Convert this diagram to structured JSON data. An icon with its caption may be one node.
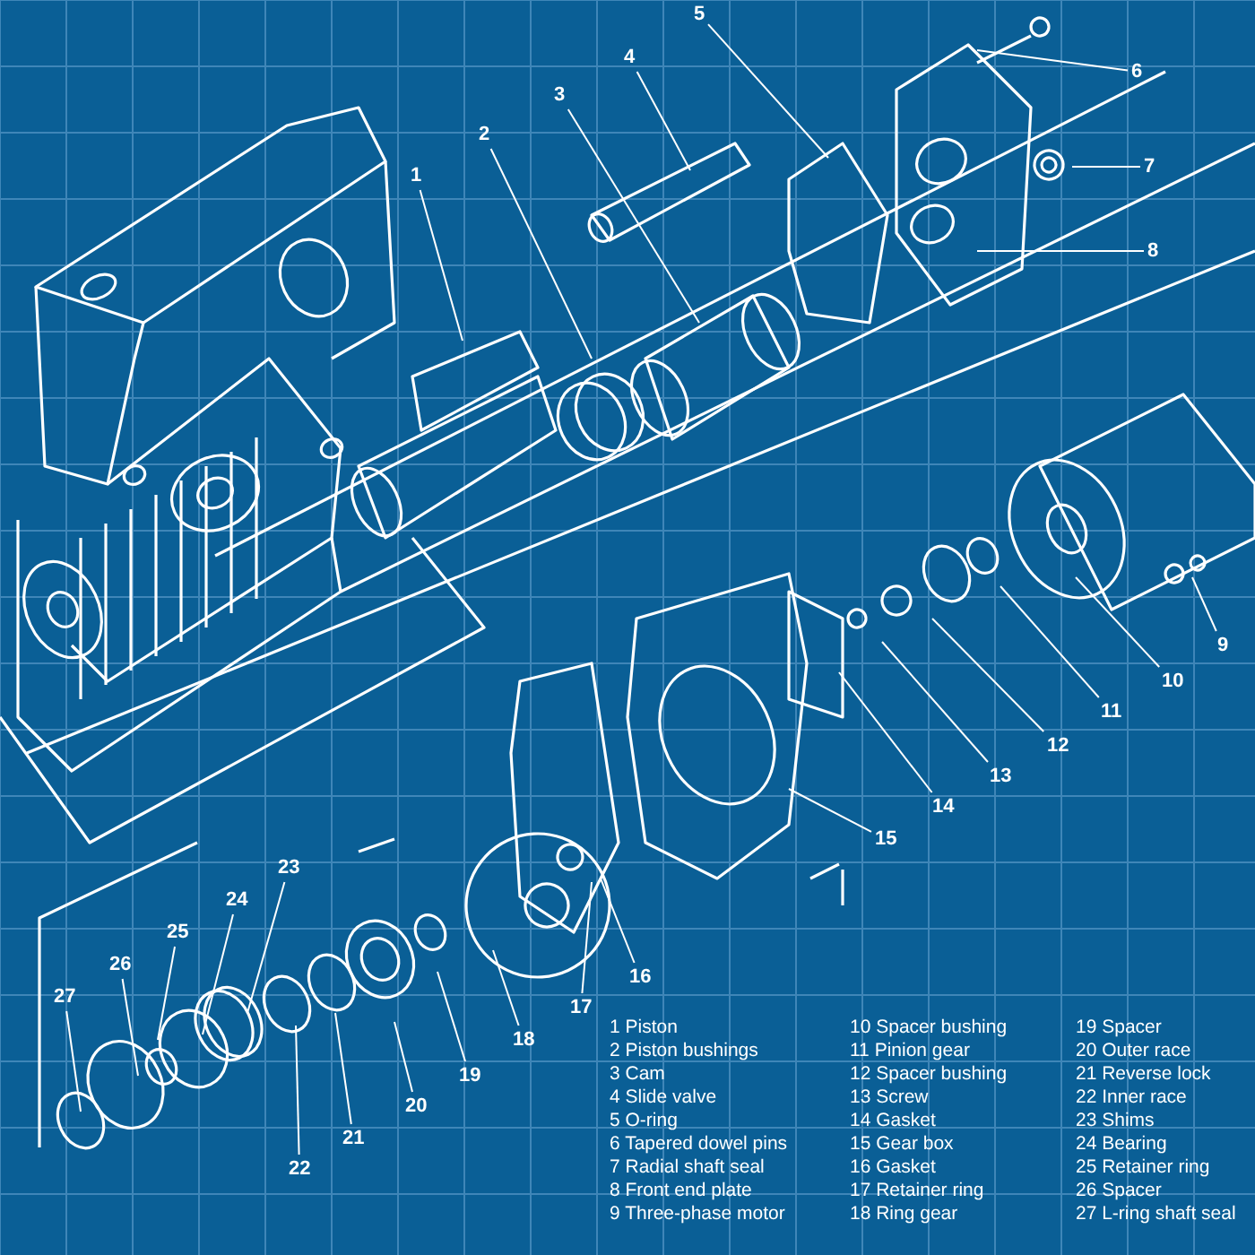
{
  "diagram": {
    "nodes": [
      {
        "text": [
          "1"
        ]
      },
      {
        "text": [
          "2"
        ]
      },
      {
        "text": [
          "3"
        ]
      },
      {
        "text": [
          "4"
        ]
      },
      {
        "text": [
          "5"
        ]
      },
      {
        "text": [
          "6"
        ]
      },
      {
        "text": [
          "7"
        ]
      },
      {
        "text": [
          "8"
        ]
      },
      {
        "text": [
          "9"
        ]
      },
      {
        "text": [
          "10"
        ]
      },
      {
        "text": [
          "11"
        ]
      },
      {
        "text": [
          "12"
        ]
      },
      {
        "text": [
          "13"
        ]
      },
      {
        "text": [
          "14"
        ]
      },
      {
        "text": [
          "15"
        ]
      },
      {
        "text": [
          "16"
        ]
      },
      {
        "text": [
          "17"
        ]
      },
      {
        "text": [
          "18"
        ]
      },
      {
        "text": [
          "19"
        ]
      },
      {
        "text": [
          "20"
        ]
      },
      {
        "text": [
          "21"
        ]
      },
      {
        "text": [
          "22"
        ]
      },
      {
        "text": [
          "23"
        ]
      },
      {
        "text": [
          "24"
        ]
      },
      {
        "text": [
          "25"
        ]
      },
      {
        "text": [
          "26"
        ]
      },
      {
        "text": [
          "27"
        ]
      }
    ],
    "edges": [
      {
        "from": 0,
        "to": null,
        "arrow": "none"
      },
      {
        "from": 1,
        "to": null,
        "arrow": "none"
      },
      {
        "from": 2,
        "to": null,
        "arrow": "none"
      },
      {
        "from": 3,
        "to": null,
        "arrow": "none"
      },
      {
        "from": 4,
        "to": null,
        "arrow": "none"
      },
      {
        "from": 5,
        "to": null,
        "arrow": "none"
      },
      {
        "from": 6,
        "to": null,
        "arrow": "none"
      },
      {
        "from": 7,
        "to": null,
        "arrow": "none"
      },
      {
        "from": 8,
        "to": null,
        "arrow": "none"
      },
      {
        "from": 9,
        "to": null,
        "arrow": "none"
      },
      {
        "from": 10,
        "to": null,
        "arrow": "none"
      },
      {
        "from": 11,
        "to": null,
        "arrow": "none"
      },
      {
        "from": 12,
        "to": null,
        "arrow": "none"
      },
      {
        "from": 13,
        "to": null,
        "arrow": "none"
      },
      {
        "from": 14,
        "to": null,
        "arrow": "none"
      },
      {
        "from": 15,
        "to": null,
        "arrow": "none"
      },
      {
        "from": 16,
        "to": null,
        "arrow": "none"
      },
      {
        "from": 17,
        "to": null,
        "arrow": "none"
      },
      {
        "from": 18,
        "to": null,
        "arrow": "none"
      },
      {
        "from": 19,
        "to": null,
        "arrow": "none"
      },
      {
        "from": 20,
        "to": null,
        "arrow": "none"
      },
      {
        "from": 21,
        "to": null,
        "arrow": "none"
      },
      {
        "from": 22,
        "to": null,
        "arrow": "none"
      },
      {
        "from": 23,
        "to": null,
        "arrow": "none"
      },
      {
        "from": 24,
        "to": null,
        "arrow": "none"
      },
      {
        "from": 25,
        "to": null,
        "arrow": "none"
      },
      {
        "from": 26,
        "to": null,
        "arrow": "none"
      }
    ],
    "labels": [
      "1 Piston",
      "2 Piston bushings",
      "3 Cam",
      "4 Slide valve",
      "5 O-ring",
      "6 Tapered dowel pins",
      "7 Radial shaft seal",
      "8 Front end plate",
      "9 Three-phase motor",
      "10 Spacer bushing",
      "11 Pinion gear",
      "12 Spacer bushing",
      "13 Screw",
      "14 Gasket",
      "15 Gear box",
      "16 Gasket",
      "17 Retainer ring",
      "18 Ring gear",
      "19 Spacer",
      "20 Outer race",
      "21 Reverse lock",
      "22 Inner race",
      "23 Shims",
      "24 Bearing",
      "25 Retainer ring",
      "26 Spacer",
      "27 L-ring shaft seal"
    ]
  }
}
